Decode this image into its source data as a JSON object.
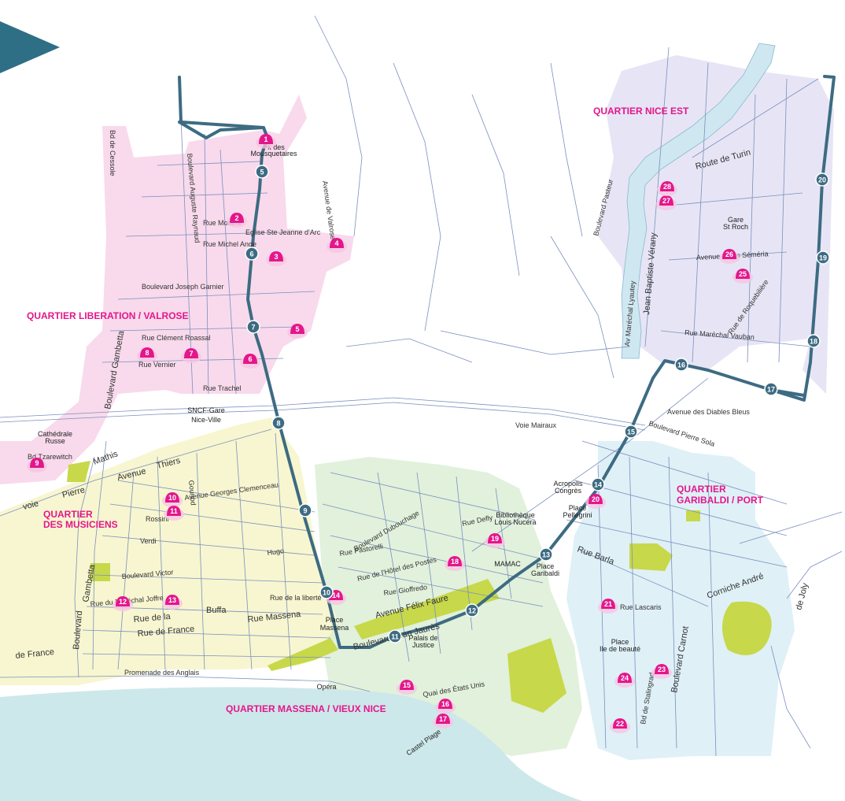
{
  "colors": {
    "sea": "#cde8ea",
    "tram_line": "#3d6b82",
    "poi_marker": "#e4168b",
    "park": "#c7d84a",
    "river": "#cfe7f1",
    "zone_liberation": "#f6cde6",
    "zone_musiciens": "#f6f4c8",
    "zone_massena": "#dcefd6",
    "zone_garibaldi": "#d9edf6",
    "zone_nice_est": "#e3e1f3",
    "street": "#5a6fa6",
    "corner_triangle": "#2f6f86"
  },
  "quartiers": [
    {
      "id": "liberation",
      "label": "QUARTIER LIBERATION / VALROSE"
    },
    {
      "id": "nice-est",
      "label": "QUARTIER NICE EST"
    },
    {
      "id": "musiciens-1",
      "label": "QUARTIER"
    },
    {
      "id": "musiciens-2",
      "label": "DES MUSICIENS"
    },
    {
      "id": "garibaldi-1",
      "label": "QUARTIER"
    },
    {
      "id": "garibaldi-2",
      "label": "GARIBALDI / PORT"
    },
    {
      "id": "massena",
      "label": "QUARTIER MASSENA / VIEUX NICE"
    }
  ],
  "tram_stops": [
    "5",
    "6",
    "7",
    "8",
    "9",
    "10",
    "11",
    "12",
    "13",
    "14",
    "15",
    "16",
    "17",
    "18",
    "19",
    "20"
  ],
  "poi_markers": [
    "1",
    "2",
    "3",
    "4",
    "5",
    "6",
    "7",
    "8",
    "9",
    "10",
    "11",
    "12",
    "13",
    "14",
    "15",
    "16",
    "17",
    "18",
    "19",
    "20",
    "21",
    "22",
    "23",
    "24",
    "25",
    "26",
    "27",
    "28"
  ],
  "places": {
    "place_massena_1": "Place",
    "place_massena_2": "Massena",
    "place_garibaldi_1": "Place",
    "place_garibaldi_2": "Garibaldi",
    "sncf_1": "SNCF-Gare",
    "sncf_2": "Nice-Ville",
    "mamac": "MAMAC",
    "opera": "Opéra",
    "palais_1": "Palais de",
    "palais_2": "Justice",
    "acropolis_1": "Acropolis",
    "acropolis_2": "Congrès",
    "place_pellegrini_1": "Place",
    "place_pellegrini_2": "Pellegrini",
    "bibliotheque_1": "Bibliothèque",
    "bibliotheque_2": "Louis Nucéra",
    "cathedrale_1": "Cathédrale",
    "cathedrale_2": "Russe",
    "gare_st_roch_1": "Gare",
    "gare_st_roch_2": "St Roch",
    "place_ile_1": "Place",
    "place_ile_2": "Ile de beauté",
    "castel": "Castel Plage",
    "parc_1": "Pk des",
    "parc_2": "Mousquetaires"
  },
  "streets": {
    "bd_cessole": "Bd de Cessole",
    "bd_gambetta_top": "Boulevard Gambetta",
    "bd_gambetta_bottom": "Gambetta",
    "bd_boulevard": "Boulevard",
    "joseph_garnier": "Boulevard Joseph Garnier",
    "avenue_valrose": "Avenue de Valrose",
    "rue_trachel": "Rue Trachel",
    "voie_pierre_mathis_1": "voie",
    "voie_pierre_mathis_2": "Pierre",
    "voie_pierre_mathis_3": "Mathis",
    "avenue_thiers_1": "Avenue",
    "avenue_thiers_2": "Thiers",
    "georges_clemenceau": "Avenue Georges Clemenceau",
    "rue_rossini": "Rossini",
    "rue_hugo": "Hugo",
    "rue_de_france": "de France",
    "rue_de_france_2": "Rue de France",
    "rue_de_la": "Rue de la",
    "buffa": "Buffa",
    "rue_massena": "Rue Massena",
    "promenade": "Promenade des Anglais",
    "quai_etats_unis": "Quai des États Unis",
    "voie_mairaux": "Voie Mairaux",
    "avenue_felix_faure": "Avenue Félix Faure",
    "bd_jean_jaures": "Boulevard Jean Jaurès",
    "rue_pastorelli": "Rue Pastorelli",
    "rue_gioffredo": "Rue Gioffredo",
    "rue_hotel_postes": "Rue de l'Hôtel des Postes",
    "bd_dubouchage": "Boulevard Dubouchage",
    "rue_defly": "Rue Defly",
    "rue_barla": "Rue Barla",
    "corniche_andre": "Corniche André",
    "de_joly": "de Joly",
    "rue_lascaris": "Rue Lascaris",
    "bd_stalingrad": "Bd de Stalingrad",
    "bd_carnot": "Boulevard Carnot",
    "bd_pierre_sola": "Boulevard Pierre Sola",
    "avenue_diables_bleus": "Avenue des Diables Bleus",
    "rue_marechal_vauban": "Rue Maréchal Vauban",
    "avenue_denis_semeria": "Avenue Denis Séméria",
    "rue_de_roquebilliere": "Rue de Roquebilière",
    "route_de_turin": "Route de Turin",
    "av_marechal_lyautey": "Av Maréchal Lyautey",
    "jean_baptiste_verany": "Jean Baptiste Vérany",
    "boulevard_pasteur": "Boulevard Pasteur",
    "rue_mosere": "Rue Mosère",
    "rue_michel_ange": "Rue Michel Ange",
    "eglise": "Eglise Ste Jeanne d'Arc",
    "rue_clement_roassal": "Rue Clément Roassal",
    "rue_vernier": "Rue Vernier",
    "bd_tzarewitch": "Bd Tzarewitch",
    "rue_verdi": "Verdi",
    "bd_victor_hugo": "Boulevard Victor",
    "rue_marechal_joffre": "Rue du Maréchal Joffre",
    "rue_gounod": "Gounod",
    "rue_de_la_liberte": "Rue de la liberté",
    "bd_auguste_raynaud": "Boulevard Auguste Raynaud",
    "route_de_turin_2": "Route de Turin",
    "lyautey": "Lyautey",
    "marechal": "Maréchal",
    "turin": "Turin",
    "de": "de",
    "rue_de_roquebilliere_2": "Rue de Roquebilière"
  }
}
